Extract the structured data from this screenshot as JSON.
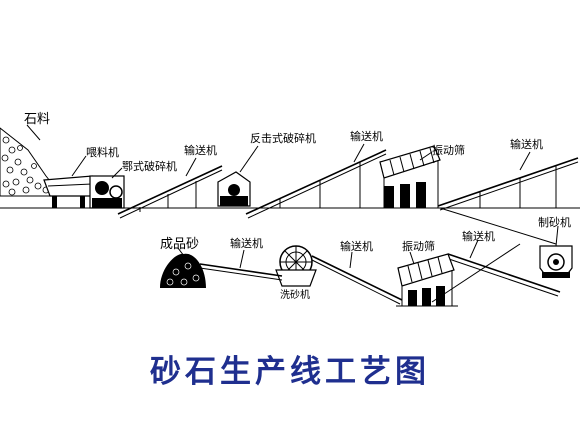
{
  "labels": {
    "stone": "石料",
    "feeder": "喂料机",
    "jaw_crusher": "鄂式破碎机",
    "conveyor_1": "输送机",
    "impact_crusher": "反击式破碎机",
    "conveyor_2": "输送机",
    "vibrating_screen_1": "振动筛",
    "conveyor_3": "输送机",
    "sand_maker": "制砂机",
    "finished_sand": "成品砂",
    "conveyor_4": "输送机",
    "sand_washer": "洗砂机",
    "conveyor_5": "输送机",
    "vibrating_screen_2": "振动筛",
    "conveyor_6": "输送机"
  },
  "title": "砂石生产线工艺图",
  "colors": {
    "title": "#1f2f8f",
    "ink": "#000000",
    "background": "#ffffff"
  }
}
